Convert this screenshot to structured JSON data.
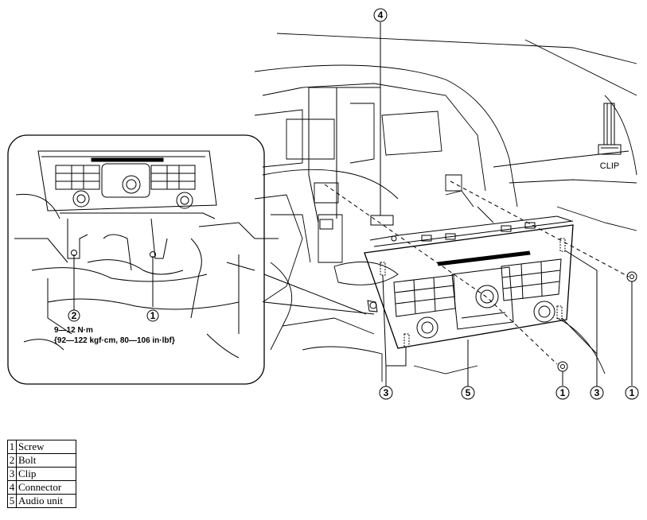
{
  "callouts": {
    "inset_bolt": "2",
    "inset_screw": "1",
    "connector": "4",
    "clip_left": "3",
    "audio_unit": "5",
    "screw_mid": "1",
    "clip_right": "3",
    "screw_right": "1"
  },
  "torque": {
    "line1": "9—12 N·m",
    "line2": "{92—122 kgf·cm, 80—106 in·lbf}"
  },
  "clip_label": "CLIP",
  "legend": [
    {
      "number": "1",
      "name": "Screw"
    },
    {
      "number": "2",
      "name": "Bolt"
    },
    {
      "number": "3",
      "name": "Clip"
    },
    {
      "number": "4",
      "name": "Connector"
    },
    {
      "number": "5",
      "name": "Audio unit"
    }
  ]
}
